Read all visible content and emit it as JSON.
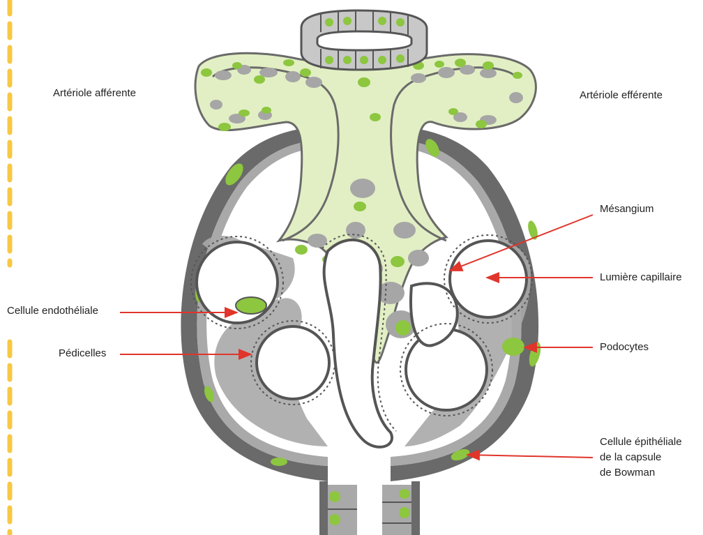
{
  "labels": {
    "arteriole_afferente": "Artériole afférente",
    "arteriole_efferente": "Artériole efférente",
    "mesangium": "Mésangium",
    "lumiere_capillaire": "Lumière capillaire",
    "cellule_endotheliale": "Cellule endothéliale",
    "podocytes": "Podocytes",
    "pedicelles": "Pédicelles",
    "cellule_epitheliale": [
      "Cellule épithéliale",
      "de la capsule",
      "de Bowman"
    ]
  },
  "colors": {
    "arrow": "#e0352b",
    "green_nucleus": "#8dc63f",
    "pale_green": "#e2efc4",
    "grey_dark": "#5a5a5a",
    "grey_mid": "#a6a6a6",
    "grey_light": "#c8c8c8",
    "dash_yellow": "#f7c844"
  }
}
